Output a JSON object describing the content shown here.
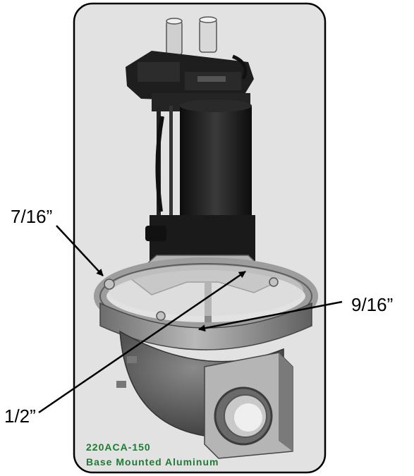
{
  "labels": {
    "top_left": "7/16”",
    "right": "9/16”",
    "bottom_left": "1/2”"
  },
  "caption": {
    "model": "220ACA-150",
    "description": "Base  Mounted  Aluminum"
  },
  "colors": {
    "caption": "#1f7a34",
    "frame": "#000000",
    "photo_background": "#e2e2e2",
    "metal": "#a9a9a9",
    "actuator": "#1b1b1b"
  }
}
